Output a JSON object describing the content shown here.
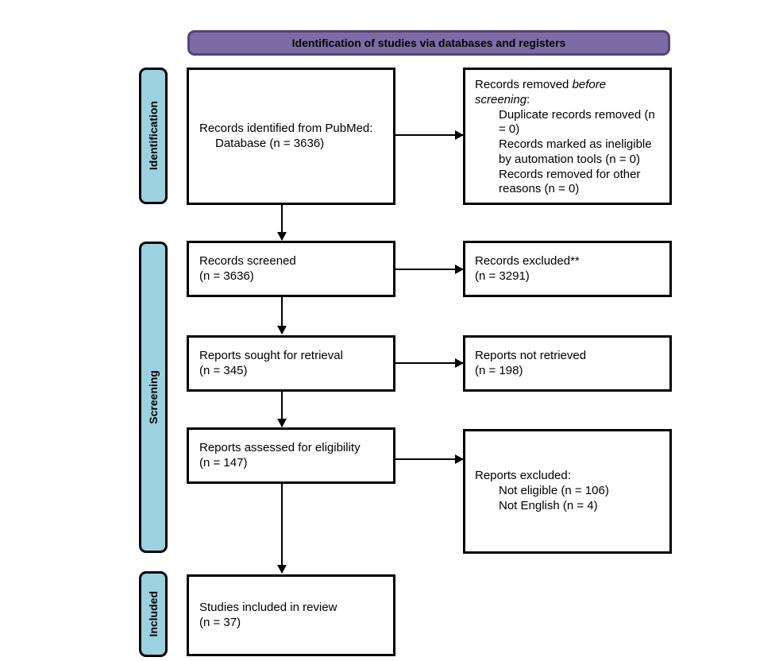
{
  "header": {
    "title": "Identification of studies via databases and registers"
  },
  "stages": {
    "identification": {
      "label": "Identification"
    },
    "screening": {
      "label": "Screening"
    },
    "included": {
      "label": "Included"
    }
  },
  "colors": {
    "purple_fill": "#7D6BA6",
    "purple_border": "#56437A",
    "blue_fill": "#9CD1E0",
    "box_border": "#000000",
    "background": "#FFFFFF"
  },
  "boxes": {
    "records_identified": {
      "line1": "Records identified from PubMed:",
      "line2": "Database (n = 3636)"
    },
    "records_removed": {
      "intro_prefix": "Records removed ",
      "intro_italic": "before screening",
      "intro_suffix": ":",
      "items": [
        "Duplicate records removed (n = 0)",
        "Records marked as ineligible by automation tools (n = 0)",
        "Records removed for other reasons (n = 0)"
      ]
    },
    "records_screened": {
      "line1": "Records screened",
      "line2": "(n = 3636)"
    },
    "records_excluded": {
      "line1": "Records excluded**",
      "line2": "(n = 3291)"
    },
    "reports_sought": {
      "line1": "Reports sought for retrieval",
      "line2": "(n = 345)"
    },
    "reports_not_retrieved": {
      "line1": "Reports not retrieved",
      "line2": "(n = 198)"
    },
    "reports_assessed": {
      "line1": "Reports assessed for eligibility",
      "line2": "(n = 147)"
    },
    "reports_excluded": {
      "line1": "Reports excluded:",
      "items": [
        "Not eligible (n = 106)",
        "Not English (n = 4)"
      ]
    },
    "studies_included": {
      "line1": "Studies included in review",
      "line2": "(n = 37)"
    }
  }
}
